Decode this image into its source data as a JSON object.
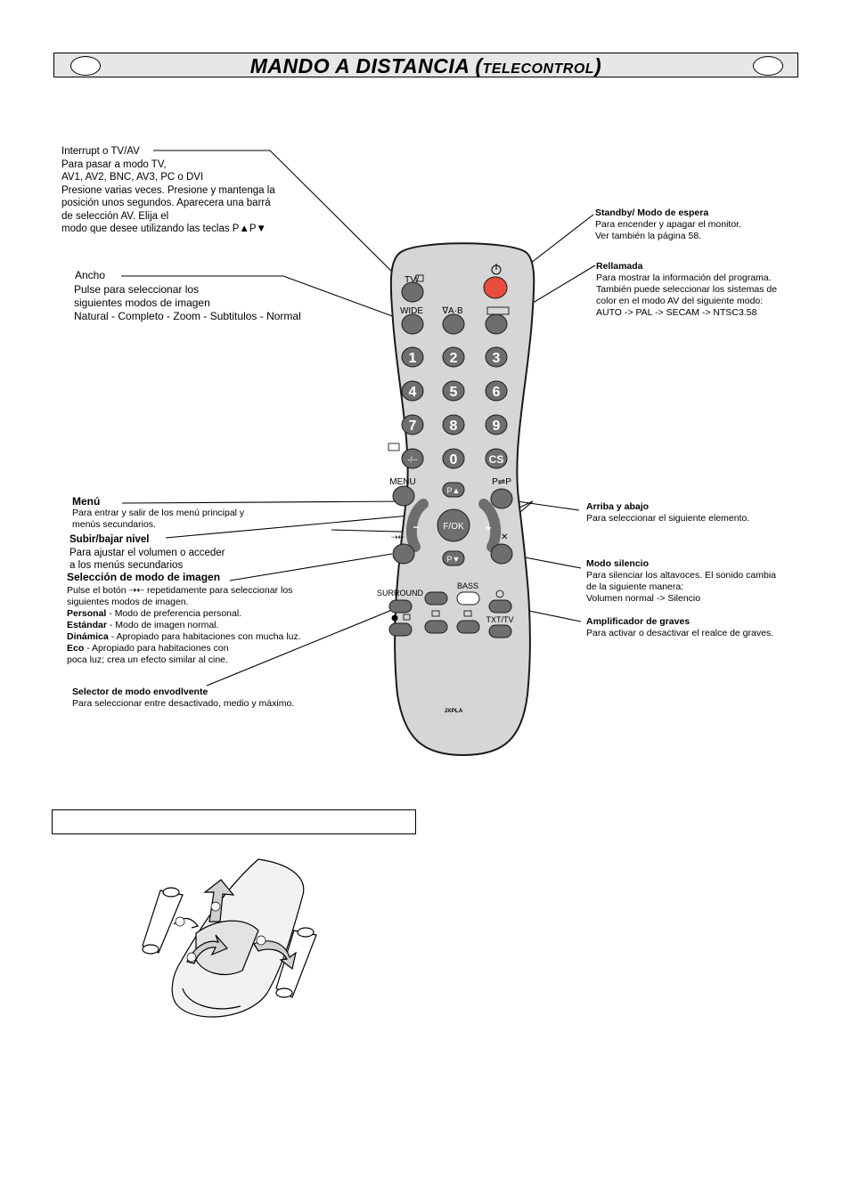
{
  "header": {
    "title_main": "MANDO A DISTANCIA (",
    "title_sub": "TELECONTROL",
    "title_close": ")"
  },
  "annotations_left": {
    "tvav": {
      "title": "Interrupt o TV/AV",
      "lines": [
        "Para pasar a modo TV,",
        "AV1, AV2, BNC, AV3, PC o DVI",
        "Presione varias veces. Presione y mantenga la",
        "posición unos segundos. Aparecera una barrá",
        "de selección AV. Elija el",
        "modo que desee utilizando las teclas P▲P▼"
      ]
    },
    "wide": {
      "title": "Ancho",
      "lines": [
        "Pulse para seleccionar los",
        "siguientes modos de imagen",
        "Natural - Completo - Zoom - Subtitulos - Normal"
      ]
    },
    "menu": {
      "title": "Menú",
      "lines": [
        "Para entrar y salir de los menú principal y",
        "menús secundarios."
      ]
    },
    "volume": {
      "title": "Subir/bajar nivel",
      "lines": [
        "Para ajustar el volumen o acceder",
        "a los menús secundarios"
      ]
    },
    "picture_mode": {
      "title": "Selección de modo de imagen",
      "line1": "Pulse el botón ⇢⇠ repetidamente para seleccionar los",
      "line2": "siguientes modos de imagen.",
      "modes": [
        {
          "name": "Personal",
          "desc": " - Modo de preferencia personal."
        },
        {
          "name": "Estándar",
          "desc": " - Modo de imagen normal."
        },
        {
          "name": "Dinámica",
          "desc": " - Apropiado para habitaciones con mucha luz."
        },
        {
          "name": "Eco",
          "desc": " - Apropiado para habitaciones con"
        }
      ],
      "line_last": "poca luz; crea un efecto similar al cine."
    },
    "surround": {
      "title": "Selector de modo envodlvente",
      "lines": [
        "Para seleccionar entre desactivado, medio y máximo."
      ]
    }
  },
  "annotations_right": {
    "standby": {
      "title": "Standby/ Modo de espera",
      "lines": [
        "Para encender y apagar el monitor.",
        "Ver también la página 58."
      ]
    },
    "recall": {
      "title": "Rellamada",
      "lines": [
        "Para mostrar la información del programa.",
        "También puede seleccionar los sistemas de",
        "color en el modo AV del siguiente modo:",
        "AUTO -> PAL -> SECAM -> NTSC3.58"
      ]
    },
    "updown": {
      "title": "Arriba y abajo",
      "lines": [
        "Para seleccionar el siguiente elemento."
      ]
    },
    "mute": {
      "title": "Modo silencio",
      "lines": [
        "Para silenciar los altavoces. El sonido cambia",
        "de la siguiente manera:",
        "Volumen normal -> Silencio"
      ]
    },
    "bass": {
      "title": "Amplificador de graves",
      "lines": [
        "Para activar o desactivar el realce de graves."
      ]
    }
  },
  "remote": {
    "labels": {
      "tvav": "TV/",
      "wide": "WIDE",
      "ab": "∇A·B",
      "menu": "MENU",
      "pp": "P⇌P",
      "fok": "F/OK",
      "pup": "P▲",
      "pdown": "P▼",
      "surround": "SURROUND",
      "bass": "BASS",
      "txttv": "TXT/TV",
      "cs": "CS",
      "dash": "-/--",
      "model": "JXPLA",
      "minus": "−",
      "plus": "+"
    },
    "digits": [
      "1",
      "2",
      "3",
      "4",
      "5",
      "6",
      "7",
      "8",
      "9",
      "0"
    ],
    "colors": {
      "body": "#d6d6d6",
      "button": "#6e6e6e",
      "power": "#e84c3d",
      "outline": "#1a1a1a"
    }
  }
}
